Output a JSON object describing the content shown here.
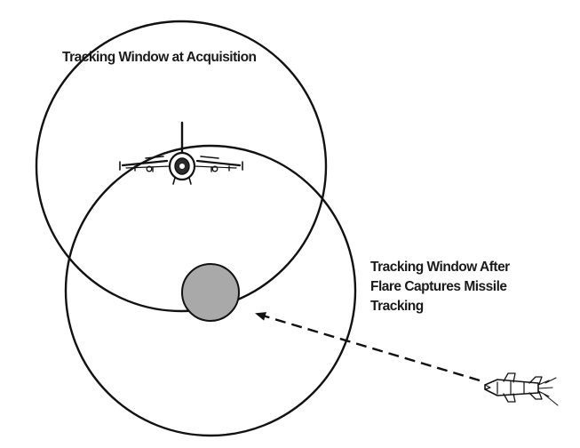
{
  "labels": {
    "acquisition_window": "Tracking Window at Acquisition",
    "after_flare_window": {
      "line1": "Tracking Window After",
      "line2": "Flare Captures Missile",
      "line3": "Tracking"
    }
  },
  "icons": {
    "target_aircraft": "fighter-jet-icon",
    "missile": "missile-icon",
    "flare": "flare-icon",
    "track_arrow": "dashed-arrow-icon"
  },
  "colors": {
    "stroke": "#111111",
    "flare_fill": "#a9a9a9",
    "background": "#ffffff"
  }
}
